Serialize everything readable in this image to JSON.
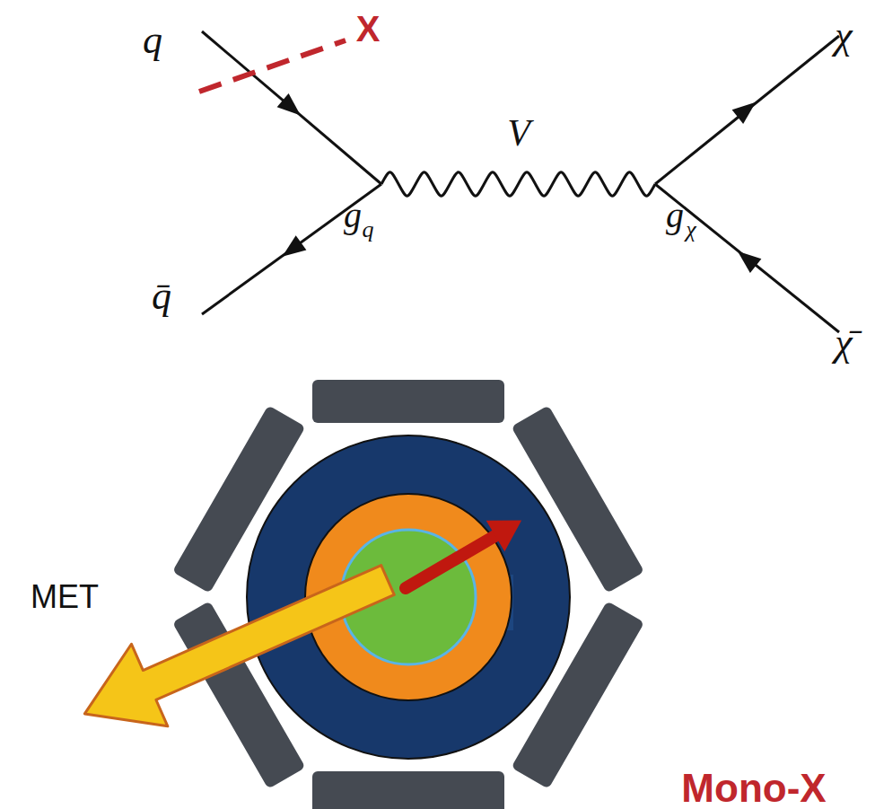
{
  "diagram": {
    "labels": [
      "q",
      "X",
      "χ",
      "V",
      "g",
      "q",
      "g",
      "χ",
      "q̄",
      "χ̄",
      "MET",
      "Mono-X"
    ]
  }
}
